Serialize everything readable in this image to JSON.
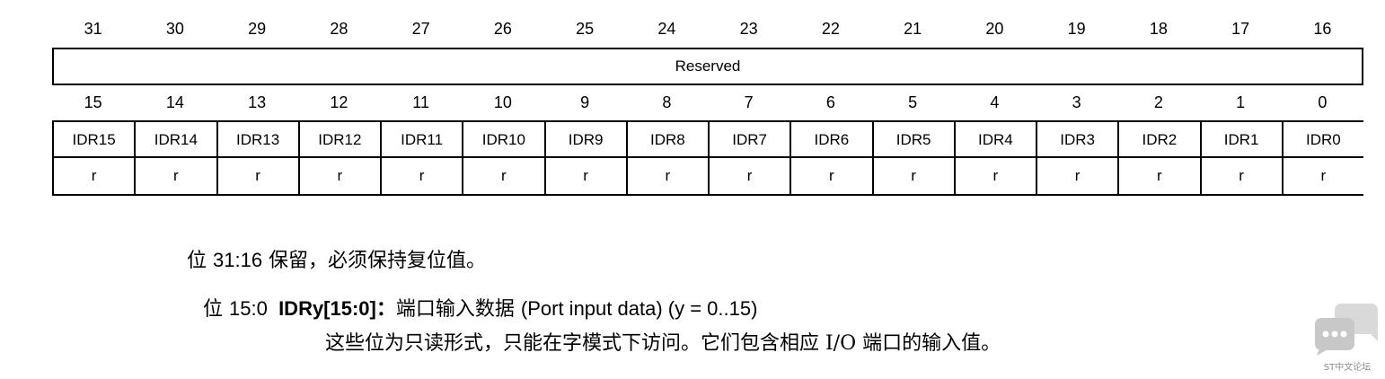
{
  "register": {
    "top_bits": [
      "31",
      "30",
      "29",
      "28",
      "27",
      "26",
      "25",
      "24",
      "23",
      "22",
      "21",
      "20",
      "19",
      "18",
      "17",
      "16"
    ],
    "reserved_label": "Reserved",
    "bottom_bits": [
      "15",
      "14",
      "13",
      "12",
      "11",
      "10",
      "9",
      "8",
      "7",
      "6",
      "5",
      "4",
      "3",
      "2",
      "1",
      "0"
    ],
    "field_names": [
      "IDR15",
      "IDR14",
      "IDR13",
      "IDR12",
      "IDR11",
      "IDR10",
      "IDR9",
      "IDR8",
      "IDR7",
      "IDR6",
      "IDR5",
      "IDR4",
      "IDR3",
      "IDR2",
      "IDR1",
      "IDR0"
    ],
    "access": [
      "r",
      "r",
      "r",
      "r",
      "r",
      "r",
      "r",
      "r",
      "r",
      "r",
      "r",
      "r",
      "r",
      "r",
      "r",
      "r"
    ]
  },
  "description": {
    "line1_prefix": "位 ",
    "line1_bits": "31:16",
    "line1_text": "  保留，必须保持复位值。",
    "line2_prefix": "位 ",
    "line2_bits": "15:0",
    "line2_field": "IDRy[15:0]",
    "line2_colon": "：",
    "line2_text": "端口输入数据 ",
    "line2_en": "(Port input data) (y = 0..15)",
    "line3_text": "这些位为只读形式，只能在字模式下访问。它们包含相应 I/O 端口的输入值。"
  },
  "watermark": {
    "text": "ST中文论坛",
    "color": "#c8c8c8"
  }
}
